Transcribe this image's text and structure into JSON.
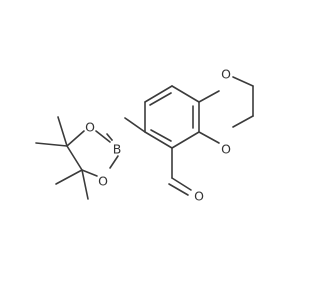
{
  "colors": {
    "bond": "#3b3b3b",
    "label": "#333333",
    "background": "#ffffff"
  },
  "atoms": {
    "o_top": "O",
    "o_bottom": "O",
    "o_aldehyde": "O",
    "b": "B",
    "o_pin_top": "O",
    "o_pin_bottom": "O"
  }
}
